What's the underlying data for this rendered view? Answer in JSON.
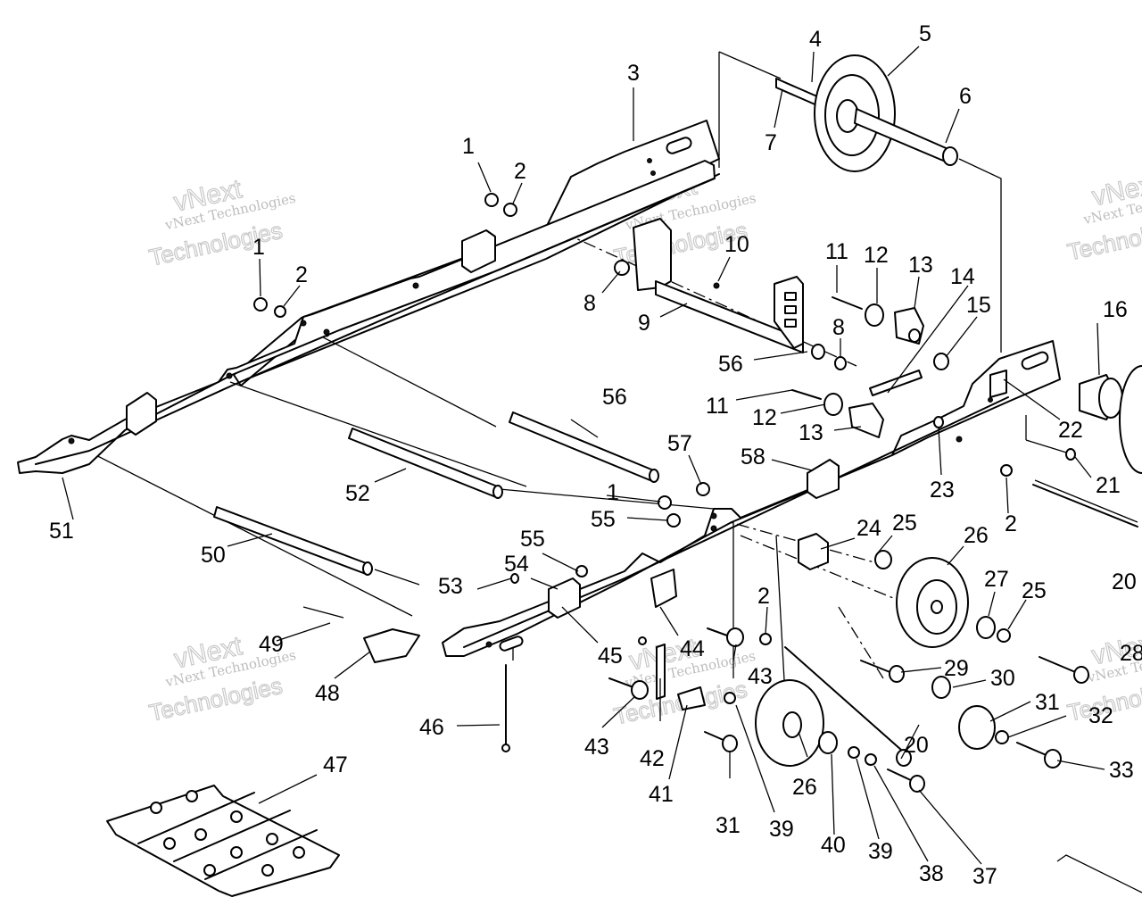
{
  "watermark": {
    "brand": "vNext",
    "line": "vNext Technologies",
    "word": "Technologies"
  },
  "callouts": {
    "c1a": "1",
    "c1b": "1",
    "c1c": "1",
    "c2a": "2",
    "c2b": "2",
    "c2c": "2",
    "c2d": "2",
    "c3": "3",
    "c4": "4",
    "c5": "5",
    "c6": "6",
    "c7": "7",
    "c8a": "8",
    "c8b": "8",
    "c9": "9",
    "c10": "10",
    "c11a": "11",
    "c11b": "11",
    "c12a": "12",
    "c12b": "12",
    "c13a": "13",
    "c13b": "13",
    "c14": "14",
    "c15": "15",
    "c16": "16",
    "c20a": "20",
    "c20b": "20",
    "c21": "21",
    "c22": "22",
    "c23": "23",
    "c24": "24",
    "c25a": "25",
    "c25b": "25",
    "c26a": "26",
    "c26b": "26",
    "c27": "27",
    "c28": "28",
    "c29": "29",
    "c30": "30",
    "c31a": "31",
    "c31b": "31",
    "c32": "32",
    "c33": "33",
    "c37": "37",
    "c38": "38",
    "c39a": "39",
    "c39b": "39",
    "c40": "40",
    "c41": "41",
    "c42": "42",
    "c43a": "43",
    "c43b": "43",
    "c44": "44",
    "c45": "45",
    "c46": "46",
    "c47": "47",
    "c48": "48",
    "c49": "49",
    "c50": "50",
    "c51": "51",
    "c52": "52",
    "c53": "53",
    "c54": "54",
    "c55a": "55",
    "c55b": "55",
    "c56a": "56",
    "c56b": "56",
    "c57": "57",
    "c58": "58"
  }
}
